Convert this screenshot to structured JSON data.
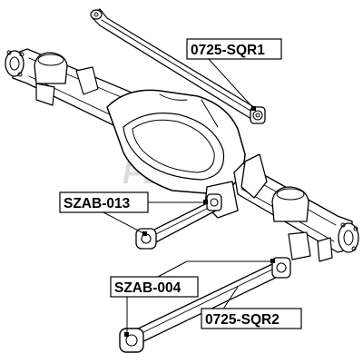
{
  "diagram": {
    "labels": {
      "sqr1": "0725-SQR1",
      "szab013": "SZAB-013",
      "szab004": "SZAB-004",
      "sqr2": "0725-SQR2"
    },
    "watermark": "FEBEST",
    "colors": {
      "ink": "#000000",
      "background": "#ffffff",
      "watermark": "#d9d9d9"
    }
  }
}
